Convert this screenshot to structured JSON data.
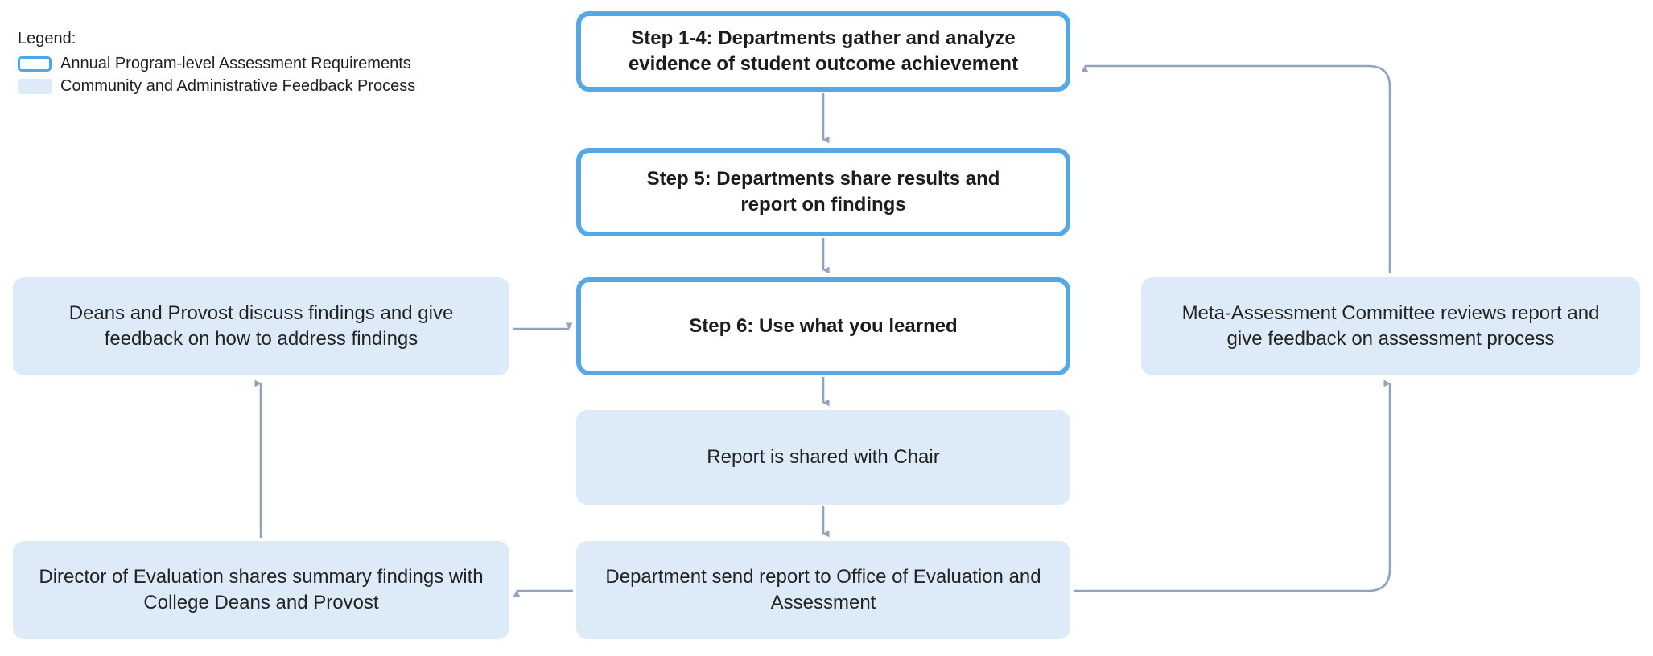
{
  "legend": {
    "title": "Legend:",
    "items": [
      {
        "swatch": "outline-blue-box",
        "label": "Annual Program-level Assessment Requirements",
        "color": "#4ea6e8"
      },
      {
        "swatch": "filled-light-blue-box",
        "label": "Community and Administrative Feedback Process",
        "color": "#ddebf8"
      }
    ]
  },
  "palette": {
    "step_border": "#54a8e6",
    "step_fill": "#ffffff",
    "feedback_fill": "#ddebf8",
    "connector": "#93a3bf",
    "text": "#1f1f1f"
  },
  "nodes": {
    "step14": "Step 1-4: Departments gather and analyze\nevidence of student outcome achievement",
    "step5": "Step 5: Departments share results and\nreport on findings",
    "step6": "Step 6: Use what you learned",
    "chair": "Report is shared with Chair",
    "dept_send": "Department send report to Office of Evaluation and\nAssessment",
    "deans": "Deans and Provost discuss findings and give\nfeedback on how to address findings",
    "director": "Director of Evaluation shares summary findings with\nCollege Deans and Provost",
    "meta": "Meta-Assessment Committee reviews report and\ngive feedback on assessment process"
  },
  "edges": [
    {
      "from": "step14",
      "to": "step5",
      "direction": "down"
    },
    {
      "from": "step5",
      "to": "step6",
      "direction": "down"
    },
    {
      "from": "step6",
      "to": "chair",
      "direction": "down"
    },
    {
      "from": "chair",
      "to": "dept_send",
      "direction": "down"
    },
    {
      "from": "deans",
      "to": "step6",
      "direction": "right"
    },
    {
      "from": "dept_send",
      "to": "director",
      "direction": "left"
    },
    {
      "from": "director",
      "to": "deans",
      "direction": "up"
    },
    {
      "from": "dept_send",
      "to": "meta",
      "direction": "right-then-up"
    },
    {
      "from": "meta",
      "to": "step14",
      "direction": "up-then-left"
    }
  ]
}
